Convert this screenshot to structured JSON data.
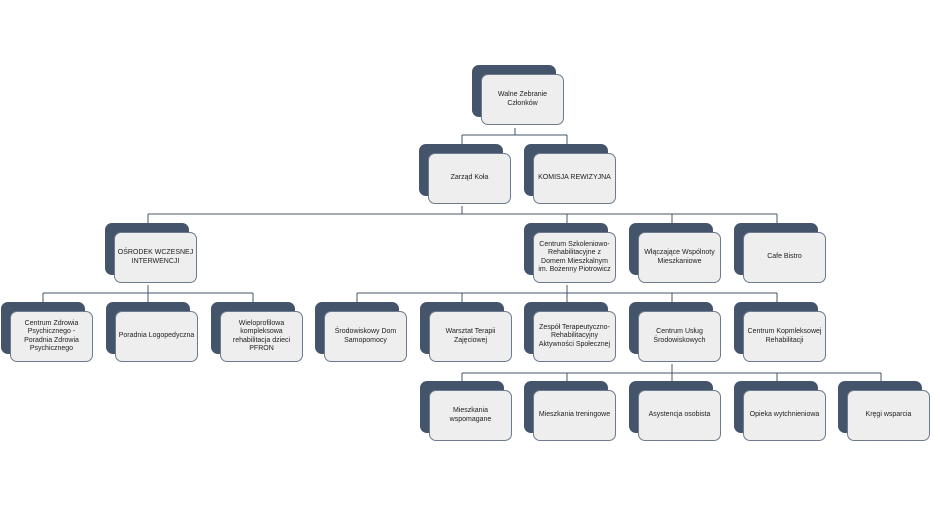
{
  "nodes": {
    "walne": "Walne Zebranie Członków",
    "zarzad": "Zarząd Koła",
    "komisja": "KOMISJA REWIZYJNA",
    "osrodek": "OŚRODEK WCZESNEJ INTERWENCJI",
    "centrum_szkol": "Centrum Szkoleniowo-Rehabilitacyjne z Domem Mieszkalnym im. Bożenny Piotrowicz",
    "wspolnoty": "Włączające Wspólnoty Mieszkaniowe",
    "cafe": "Cafe Bistro",
    "zdrowia": "Centrum Zdrowia Psychicznego - Poradnia Zdrowia Psychicznego",
    "logopedyczna": "Poradnia Logopedyczna",
    "wieloprofilowa": "Wieloprofilowa kompleksowa rehabilitacja dzieci PFRON",
    "dom_samopomocy": "Środowiskowy Dom Samopomocy",
    "wtz": "Warsztat Terapii Zajęciowej",
    "zaz": "Zespół Terapeutyczno-Rehabilitacyjny Aktywności Społecznej",
    "cus": "Centrum Usług Środowiskowych",
    "ckr": "Centrum Kopmleksowej Rehabilitacji",
    "wspomagane": "Mieszkania wspomagane",
    "treningowe": "Mieszkania treningowe",
    "asystencja": "Asystencja osobista",
    "opieka": "Opieka wytchnieniowa",
    "kregi": "Kręgi wsparcia"
  },
  "colors": {
    "back": "#44546a",
    "front": "#eeeeee",
    "border": "#6b7a8c",
    "line": "#44546a"
  }
}
